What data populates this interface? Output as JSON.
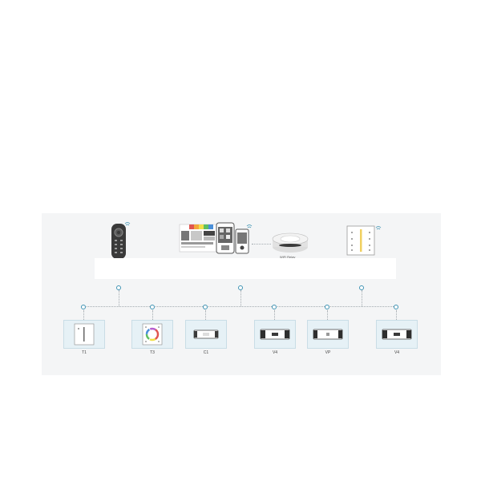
{
  "sources": {
    "remote": {
      "icon": "rf-remote-icon"
    },
    "app": {
      "icon": "smartphone-app-icon"
    },
    "wifi_relay": {
      "icon": "wifi-relay-icon",
      "label": "WiFi Relay"
    },
    "wall_panel": {
      "icon": "wall-panel-icon"
    }
  },
  "devices": [
    {
      "label": "T1",
      "icon": "single-color-wall-panel-icon"
    },
    {
      "label": "T3",
      "icon": "rgb-wall-panel-icon"
    },
    {
      "label": "C1",
      "icon": "controller-icon"
    },
    {
      "label": "V4",
      "icon": "receiver-icon"
    },
    {
      "label": "VP",
      "icon": "receiver-icon"
    },
    {
      "label": "V4",
      "icon": "receiver-icon"
    }
  ],
  "colors": {
    "node": "#3f93b3",
    "device_bg": "#e6f1f6",
    "panel_bg": "#f4f5f6"
  }
}
